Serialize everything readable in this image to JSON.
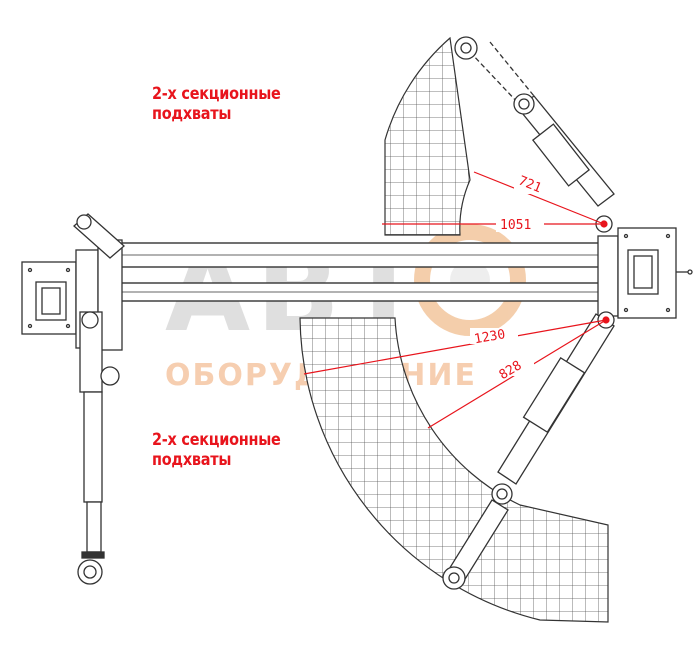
{
  "labels": {
    "top": {
      "line1": "2-х секционные",
      "line2": "подхваты"
    },
    "bottom": {
      "line1": "2-х секционные",
      "line2": "подхваты"
    }
  },
  "dimensions": {
    "upper_short": "721",
    "upper_long": "1051",
    "lower_long": "1230",
    "lower_short": "828"
  },
  "watermark": {
    "main": "АВТ",
    "sub": "ОБОРУДОВАНИЕ"
  },
  "colors": {
    "accent": "#e8141c",
    "line": "#3a3a3a",
    "watermark": "#d9d9d9",
    "watermark_orange": "#f6c9a8"
  }
}
